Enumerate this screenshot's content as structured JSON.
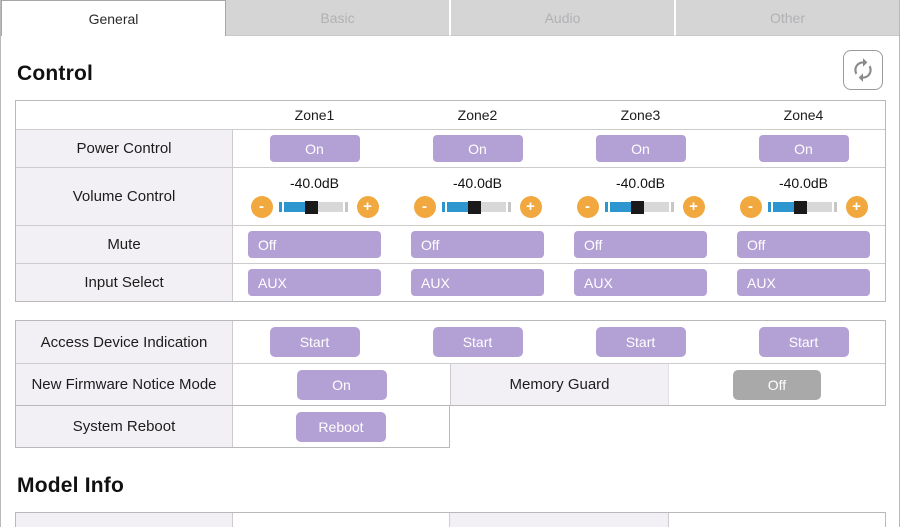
{
  "tabs": [
    {
      "label": "General",
      "active": true
    },
    {
      "label": "Basic",
      "active": false
    },
    {
      "label": "Audio",
      "active": false
    },
    {
      "label": "Other",
      "active": false
    }
  ],
  "sections": {
    "control_title": "Control",
    "model_info_title": "Model Info"
  },
  "zones": [
    "Zone1",
    "Zone2",
    "Zone3",
    "Zone4"
  ],
  "control_table": {
    "power": {
      "label": "Power Control",
      "buttons": [
        "On",
        "On",
        "On",
        "On"
      ]
    },
    "volume": {
      "label": "Volume Control",
      "values": [
        "-40.0dB",
        "-40.0dB",
        "-40.0dB",
        "-40.0dB"
      ],
      "minus_label": "-",
      "plus_label": "+"
    },
    "mute": {
      "label": "Mute",
      "buttons": [
        "Off",
        "Off",
        "Off",
        "Off"
      ]
    },
    "input_select": {
      "label": "Input Select",
      "buttons": [
        "AUX",
        "AUX",
        "AUX",
        "AUX"
      ]
    }
  },
  "misc_table": {
    "access": {
      "label": "Access Device Indication",
      "buttons": [
        "Start",
        "Start",
        "Start",
        "Start"
      ]
    },
    "firmware": {
      "label": "New Firmware Notice Mode",
      "button": "On"
    },
    "memory_guard": {
      "label": "Memory Guard",
      "button": "Off"
    },
    "reboot": {
      "label": "System Reboot",
      "button": "Reboot"
    }
  },
  "icons": {
    "refresh": "refresh-icon"
  },
  "colors": {
    "accent_purple": "#b3a0d5",
    "accent_orange": "#f1a83f",
    "accent_blue": "#2d96cf",
    "gray_button": "#a9a9a9",
    "label_bg": "#f2f0f4"
  }
}
